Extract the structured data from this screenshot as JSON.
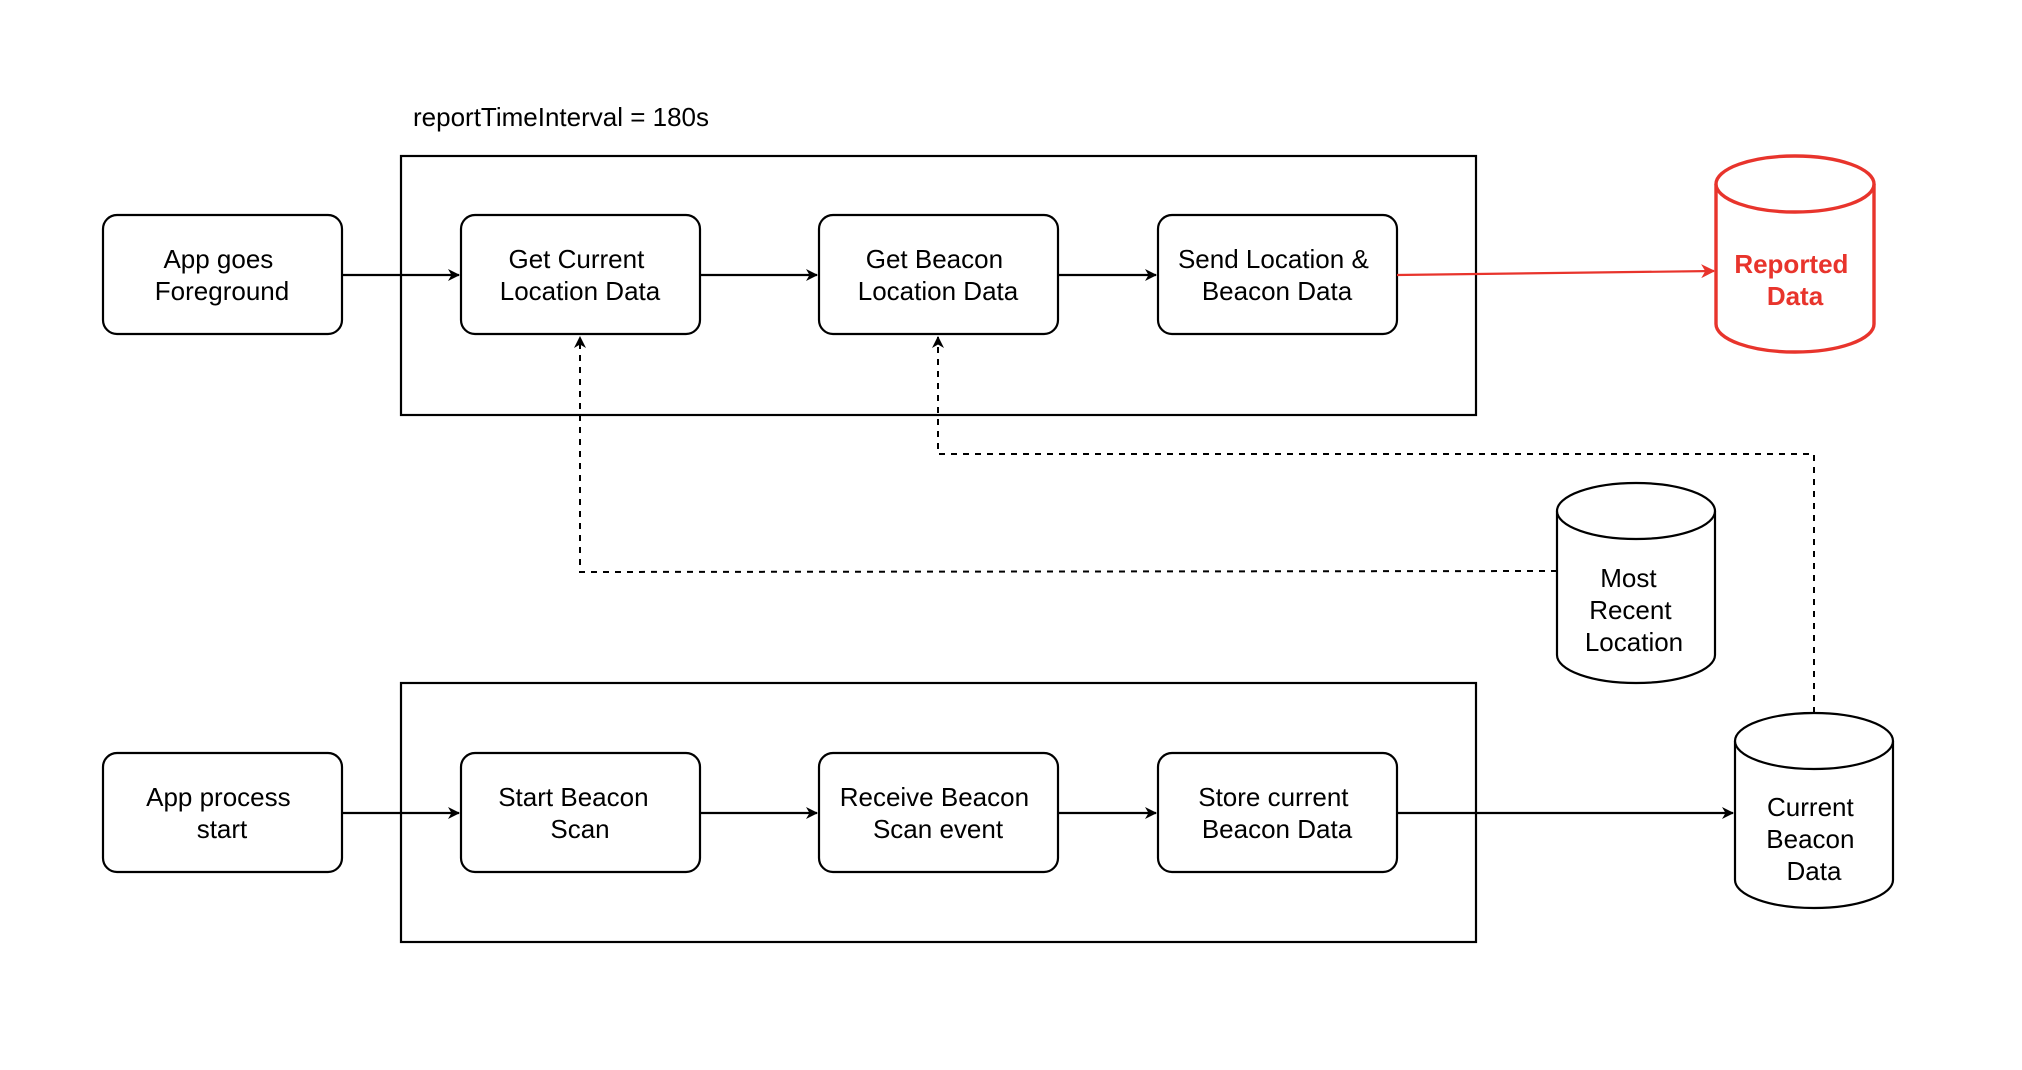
{
  "diagram": {
    "interval_label": "reportTimeInterval = 180s",
    "top_row": {
      "start": [
        "App goes",
        "Foreground"
      ],
      "step1": [
        "Get Current",
        "Location Data"
      ],
      "step2": [
        "Get Beacon",
        "Location Data"
      ],
      "step3": [
        "Send Location &",
        "Beacon Data"
      ]
    },
    "bottom_row": {
      "start": [
        "App process",
        "start"
      ],
      "step1": [
        "Start Beacon",
        "Scan"
      ],
      "step2": [
        "Receive Beacon",
        "Scan event"
      ],
      "step3": [
        "Store current",
        "Beacon Data"
      ]
    },
    "stores": {
      "reported": [
        "Reported",
        "Data"
      ],
      "most_recent": [
        "Most",
        "Recent",
        "Location"
      ],
      "current_beacon": [
        "Current",
        "Beacon",
        "Data"
      ]
    },
    "colors": {
      "line": "#000000",
      "highlight": "#e8342c",
      "background": "#ffffff"
    }
  }
}
